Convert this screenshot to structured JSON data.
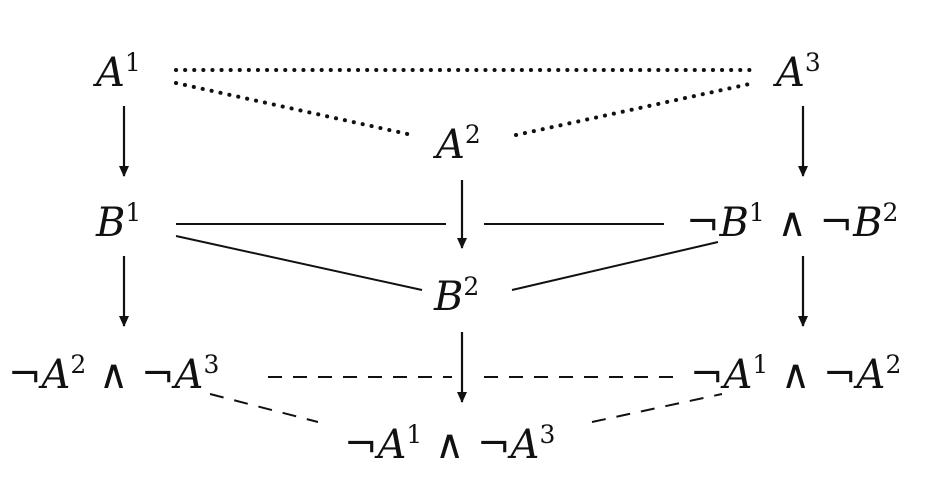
{
  "nodes": {
    "a1": [
      {
        "t": "A",
        "k": "v"
      },
      {
        "t": "1",
        "k": "sup"
      }
    ],
    "a2": [
      {
        "t": "A",
        "k": "v"
      },
      {
        "t": "2",
        "k": "sup"
      }
    ],
    "a3": [
      {
        "t": "A",
        "k": "v"
      },
      {
        "t": "3",
        "k": "sup"
      }
    ],
    "b1": [
      {
        "t": "B",
        "k": "v"
      },
      {
        "t": "1",
        "k": "sup"
      }
    ],
    "b2": [
      {
        "t": "B",
        "k": "v"
      },
      {
        "t": "2",
        "k": "sup"
      }
    ],
    "nb1_nb2": [
      {
        "t": "¬",
        "k": "op"
      },
      {
        "t": "B",
        "k": "v"
      },
      {
        "t": "1",
        "k": "sup"
      },
      {
        "t": " ∧ ¬",
        "k": "op"
      },
      {
        "t": "B",
        "k": "v"
      },
      {
        "t": "2",
        "k": "sup"
      }
    ],
    "na2_na3": [
      {
        "t": "¬",
        "k": "op"
      },
      {
        "t": "A",
        "k": "v"
      },
      {
        "t": "2",
        "k": "sup"
      },
      {
        "t": " ∧ ¬",
        "k": "op"
      },
      {
        "t": "A",
        "k": "v"
      },
      {
        "t": "3",
        "k": "sup"
      }
    ],
    "na1_na3": [
      {
        "t": "¬",
        "k": "op"
      },
      {
        "t": "A",
        "k": "v"
      },
      {
        "t": "1",
        "k": "sup"
      },
      {
        "t": " ∧ ¬",
        "k": "op"
      },
      {
        "t": "A",
        "k": "v"
      },
      {
        "t": "3",
        "k": "sup"
      }
    ],
    "na1_na2": [
      {
        "t": "¬",
        "k": "op"
      },
      {
        "t": "A",
        "k": "v"
      },
      {
        "t": "1",
        "k": "sup"
      },
      {
        "t": " ∧ ¬",
        "k": "op"
      },
      {
        "t": "A",
        "k": "v"
      },
      {
        "t": "2",
        "k": "sup"
      }
    ]
  },
  "edges": [
    {
      "from": "a1",
      "to": "b1",
      "style": "arrow"
    },
    {
      "from": "a2",
      "to": "b2",
      "style": "arrow"
    },
    {
      "from": "a3",
      "to": "nb1_nb2",
      "style": "arrow"
    },
    {
      "from": "b1",
      "to": "na2_na3",
      "style": "arrow"
    },
    {
      "from": "b2",
      "to": "na1_na3",
      "style": "arrow"
    },
    {
      "from": "nb1_nb2",
      "to": "na1_na2",
      "style": "arrow"
    },
    {
      "from": "a1",
      "to": "a3",
      "style": "dotted"
    },
    {
      "from": "a1",
      "to": "a2",
      "style": "dotted"
    },
    {
      "from": "a2",
      "to": "a3",
      "style": "dotted"
    },
    {
      "from": "b1",
      "to": "nb1_nb2",
      "style": "solid"
    },
    {
      "from": "b1",
      "to": "b2",
      "style": "solid"
    },
    {
      "from": "b2",
      "to": "nb1_nb2",
      "style": "solid"
    },
    {
      "from": "na2_na3",
      "to": "na1_na2",
      "style": "dashed"
    },
    {
      "from": "na2_na3",
      "to": "na1_na3",
      "style": "dashed"
    },
    {
      "from": "na1_na3",
      "to": "na1_na2",
      "style": "dashed"
    }
  ],
  "colors": {
    "ink": "#111111",
    "background": "#ffffff"
  }
}
